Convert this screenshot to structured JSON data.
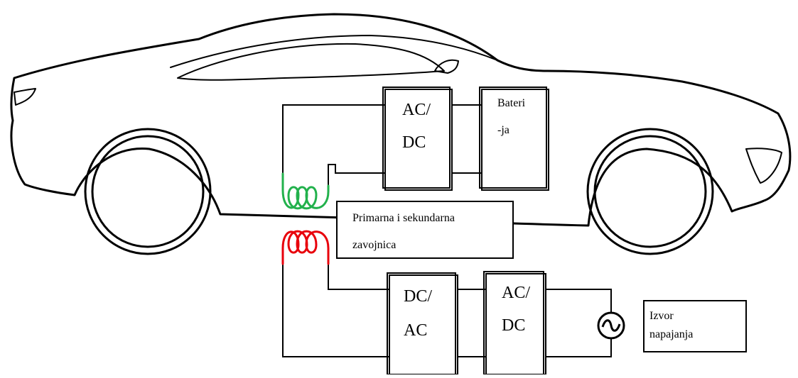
{
  "colors": {
    "outline": "#000000",
    "secondary_coil": "#22b14c",
    "primary_coil": "#e8000b"
  },
  "labels": {
    "car_converter": {
      "line1": "AC/",
      "line2": "DC"
    },
    "battery": {
      "line1": "Bateri",
      "line2": "-ja"
    },
    "coils_caption": {
      "line1": "Primarna  i  sekundarna",
      "line2": "zavojnica"
    },
    "inverter": {
      "line1": "DC/",
      "line2": "AC"
    },
    "rectifier": {
      "line1": "AC/",
      "line2": "DC"
    },
    "power_source": {
      "line1": "Izvor",
      "line2": "napajanja"
    }
  },
  "icons": {
    "ac_source": "ac-sine-source-icon"
  }
}
